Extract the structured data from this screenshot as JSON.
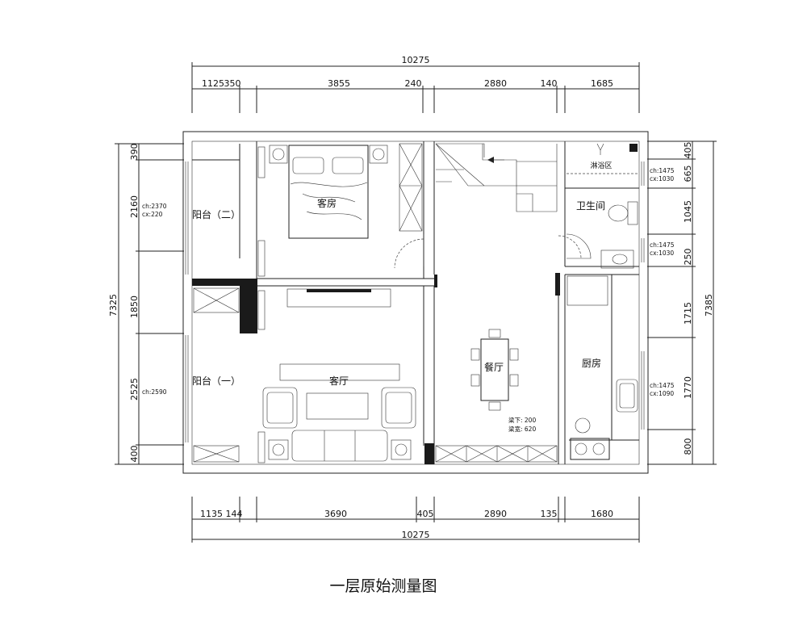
{
  "title": "一层原始测量图",
  "dimensions": {
    "top_total": "10275",
    "top_segments": [
      "1125",
      "350",
      "3855",
      "240",
      "2880",
      "140",
      "1685"
    ],
    "bottom_total": "10275",
    "bottom_segments": [
      "1135",
      "144",
      "3690",
      "405",
      "2890",
      "135",
      "1680"
    ],
    "left_total": "7325",
    "left_segments": [
      "390",
      "2160",
      "1850",
      "2525",
      "400"
    ],
    "right_total": "7385",
    "right_segments": [
      "405",
      "665",
      "1045",
      "250",
      "1715",
      "1770",
      "800"
    ]
  },
  "rooms": {
    "guest_room": "客房",
    "balcony_two": "阳台（二）",
    "balcony_one": "阳台（一）",
    "living_room": "客厅",
    "dining_room": "餐厅",
    "kitchen": "厨房",
    "bathroom": "卫生间",
    "shower_area": "淋浴区"
  },
  "annotations": {
    "window_left_top": "ch:2370",
    "window_left_top_2": "cx:220",
    "window_left_bottom": "ch:2590",
    "window_right_1a": "ch:1475",
    "window_right_1b": "cx:1030",
    "window_right_2a": "ch:1475",
    "window_right_2b": "cx:1030",
    "window_right_3a": "ch:1475",
    "window_right_3b": "cx:1090",
    "beam_1": "梁下: 200",
    "beam_2": "梁宽: 620"
  }
}
